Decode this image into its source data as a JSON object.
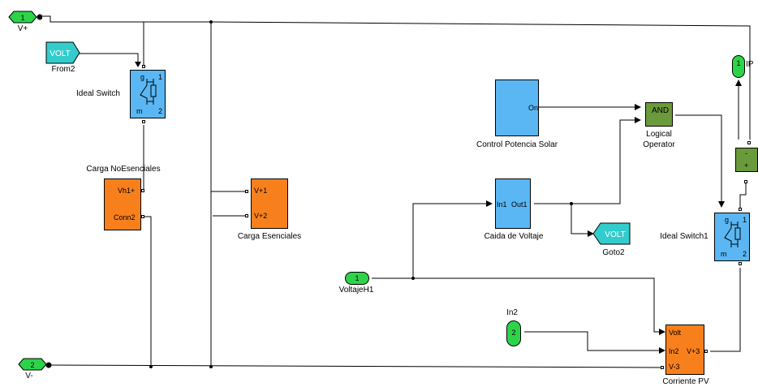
{
  "ports": {
    "vplus": {
      "num": "1",
      "label": "V+"
    },
    "vminus": {
      "num": "2",
      "label": "V-"
    },
    "voltajeH1": {
      "num": "1",
      "label": "VoltajeH1"
    },
    "in2": {
      "num": "2",
      "label": "In2"
    },
    "ip": {
      "num": "1",
      "label": "IP"
    }
  },
  "blocks": {
    "from2": {
      "text": "VOLT",
      "label": "From2"
    },
    "ideal_switch": {
      "label": "Ideal Switch",
      "g": "g",
      "m": "m",
      "p1": "1",
      "p2": "2"
    },
    "ideal_switch1": {
      "label": "Ideal Switch1",
      "g": "g",
      "m": "m",
      "p1": "1",
      "p2": "2"
    },
    "carga_no": {
      "label": "Carga NoEsenciales",
      "p1": "Vh1+",
      "p2": "Conn2"
    },
    "carga_es": {
      "label": "Carga Esenciales",
      "p1": "V+1",
      "p2": "V+2"
    },
    "control": {
      "label": "Control Potencia Solar",
      "out": "On"
    },
    "logical": {
      "text": "AND",
      "label1": "Logical",
      "label2": "Operator"
    },
    "caida": {
      "label": "Caida de Voltaje",
      "in": "In1",
      "out": "Out1"
    },
    "goto2": {
      "text": "VOLT",
      "label": "Goto2"
    },
    "corriente": {
      "label": "Corriente PV",
      "p1": "Volt",
      "p2": "In2",
      "p3": "V-3",
      "out": "V+3"
    },
    "meter": {
      "minus": "-",
      "plus": "+"
    }
  },
  "colors": {
    "blue": "#5ab7f3",
    "orange": "#f8801c",
    "green": "#6a9a3a",
    "port_green": "#2dd44a",
    "teal": "#33cccc"
  }
}
